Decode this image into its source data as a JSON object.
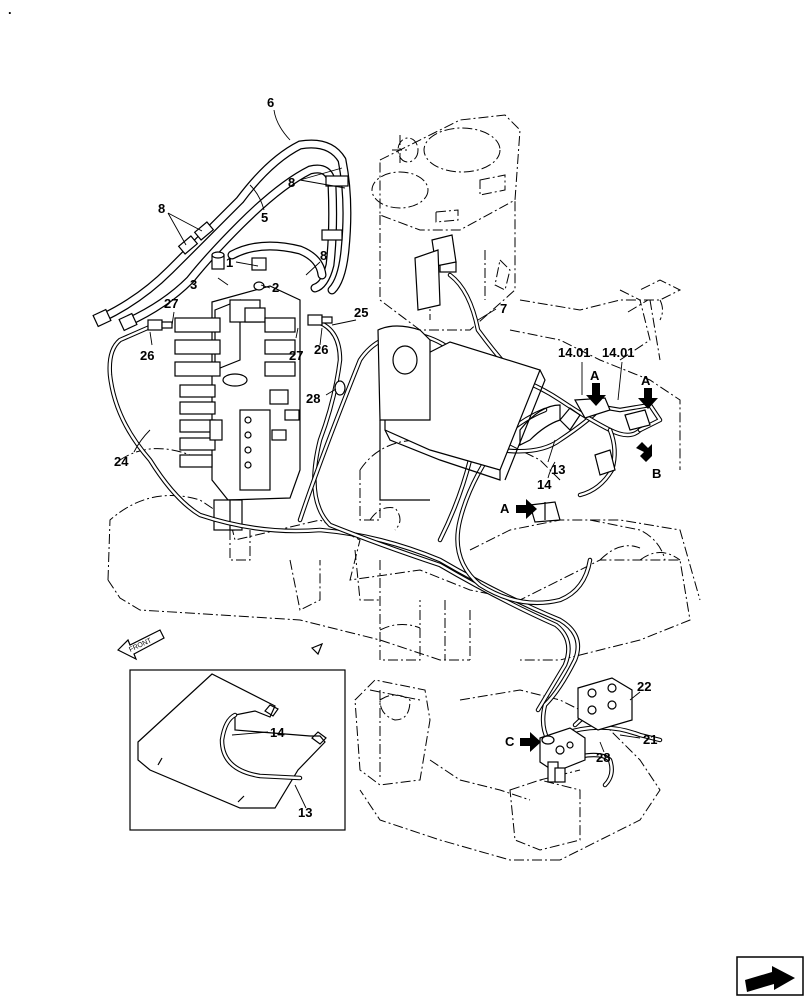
{
  "callouts": {
    "c1": "1",
    "c2": "2",
    "c3": "3",
    "c5": "5",
    "c6": "6",
    "c7": "7",
    "c8a": "8",
    "c8b": "8",
    "c8c": "8",
    "c13a": "13",
    "c13b": "13",
    "c14a": "14",
    "c14b": "14",
    "c14_01a": "14.01",
    "c14_01b": "14.01",
    "c21": "21",
    "c22": "22",
    "c24": "24",
    "c25": "25",
    "c26a": "26",
    "c26b": "26",
    "c27a": "27",
    "c27b": "27",
    "c28a": "28",
    "c28b": "28"
  },
  "views": {
    "a1": "A",
    "a2": "A",
    "a3": "A",
    "b": "B",
    "c": "C"
  },
  "front_label": "FRONT",
  "corner_mark": "."
}
